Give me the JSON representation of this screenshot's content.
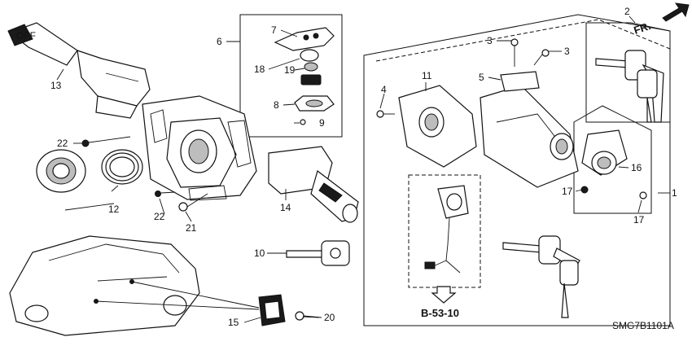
{
  "diagram": {
    "code": "SMG7B1101A",
    "reference": "B-53-10",
    "direction": "FR.",
    "callouts": [
      "1",
      "2",
      "3",
      "4",
      "5",
      "6",
      "7",
      "8",
      "9",
      "10",
      "11",
      "12",
      "13",
      "14",
      "15",
      "16",
      "17",
      "18",
      "19",
      "20",
      "21",
      "22"
    ]
  }
}
